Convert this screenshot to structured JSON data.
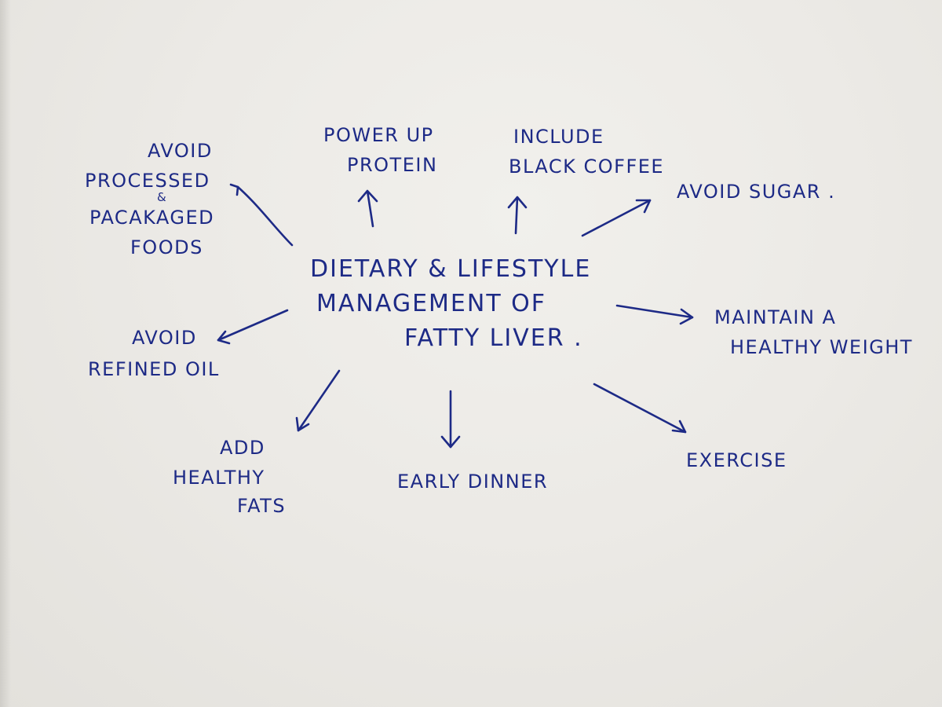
{
  "center": {
    "lines": [
      "DIETARY & LIFESTYLE",
      "MANAGEMENT OF",
      "FATTY LIVER ."
    ]
  },
  "nodes": {
    "processed": {
      "lines": [
        "AVOID",
        "PROCESSED",
        "&",
        "PACAKAGED",
        "FOODS"
      ]
    },
    "protein": {
      "lines": [
        "POWER UP",
        "PROTEIN"
      ]
    },
    "coffee": {
      "lines": [
        "INCLUDE",
        "BLACK COFFEE"
      ]
    },
    "sugar": {
      "lines": [
        "AVOID SUGAR ."
      ]
    },
    "weight": {
      "lines": [
        "MAINTAIN A",
        "HEALTHY WEIGHT"
      ]
    },
    "oil": {
      "lines": [
        "AVOID",
        "REFINED OIL"
      ]
    },
    "fats": {
      "lines": [
        "ADD",
        "HEALTHY",
        "FATS"
      ]
    },
    "dinner": {
      "lines": [
        "EARLY DINNER"
      ]
    },
    "exercise": {
      "lines": [
        "EXERCISE"
      ]
    }
  },
  "ink_color": "#1d2a86",
  "paper_color": "#eceae6"
}
